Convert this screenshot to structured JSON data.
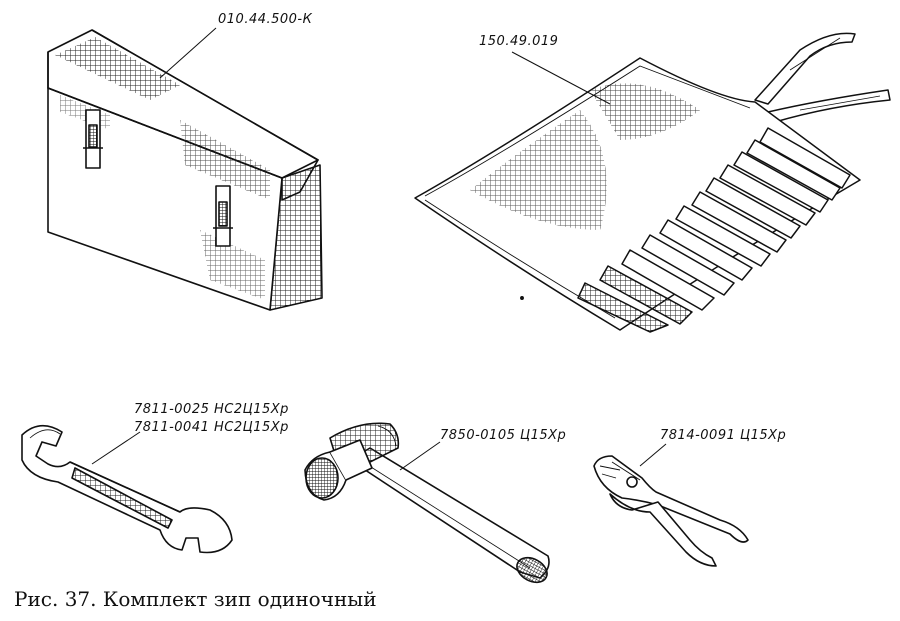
{
  "caption": "Рис. 37. Комплект зип одиночный",
  "parts": {
    "case": "010.44.500-К",
    "roll": "150.49.019",
    "wrench_1": "7811-0025 НС2Ц15Хр",
    "wrench_2": "7811-0041 НС2Ц15Хр",
    "hammer": "7850-0105 Ц15Хр",
    "pliers": "7814-0091 Ц15Хр"
  }
}
